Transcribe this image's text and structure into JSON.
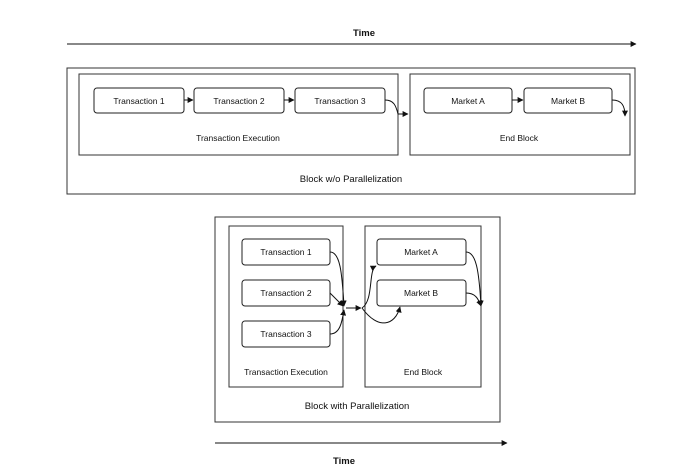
{
  "time_label_top": "Time",
  "time_label_bottom": "Time",
  "top_block": {
    "title": "Block w/o Parallelization",
    "execution_group": {
      "label": "Transaction Execution",
      "nodes": [
        "Transaction 1",
        "Transaction 2",
        "Transaction 3"
      ]
    },
    "end_group": {
      "label": "End Block",
      "nodes": [
        "Market A",
        "Market B"
      ]
    }
  },
  "bottom_block": {
    "title": "Block with Parallelization",
    "execution_group": {
      "label": "Transaction Execution",
      "nodes": [
        "Transaction 1",
        "Transaction 2",
        "Transaction 3"
      ]
    },
    "end_group": {
      "label": "End Block",
      "nodes": [
        "Market A",
        "Market B"
      ]
    }
  }
}
